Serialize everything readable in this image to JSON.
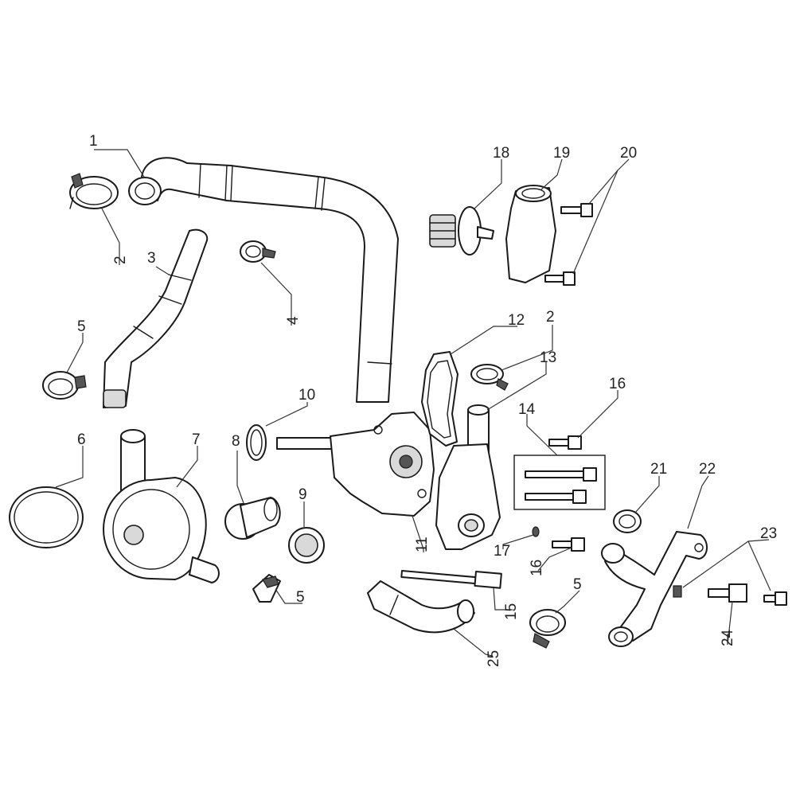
{
  "callouts": {
    "c1": "1",
    "c2a": "2",
    "c2b": "2",
    "c3": "3",
    "c4": "4",
    "c5a": "5",
    "c5b": "5",
    "c5c": "5",
    "c6": "6",
    "c7": "7",
    "c8": "8",
    "c9": "9",
    "c10": "10",
    "c11": "11",
    "c12": "12",
    "c13": "13",
    "c14": "14",
    "c15": "15",
    "c16a": "16",
    "c16b": "16",
    "c17": "17",
    "c18": "18",
    "c19": "19",
    "c20": "20",
    "c21": "21",
    "c22": "22",
    "c23": "23",
    "c24": "24",
    "c25": "25"
  }
}
